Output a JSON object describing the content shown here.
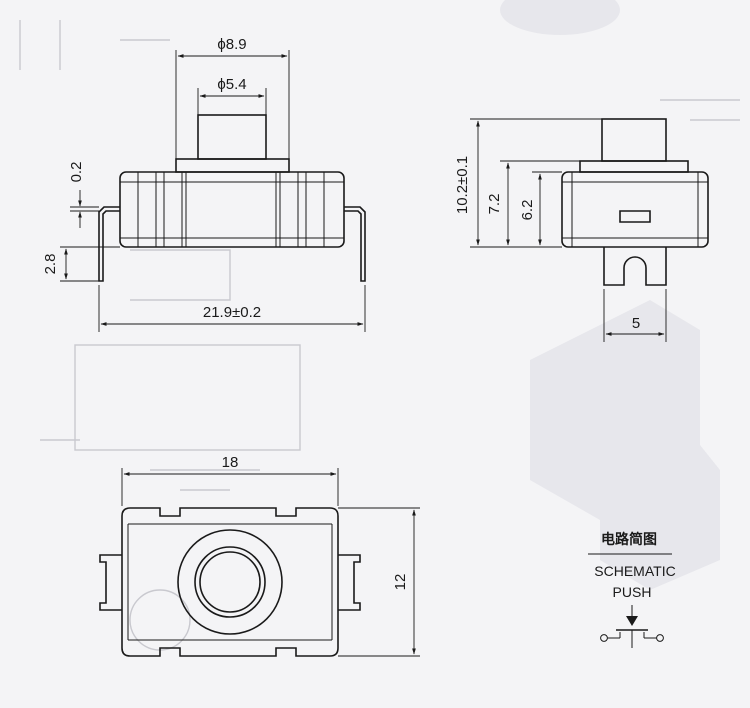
{
  "colors": {
    "line": "#1a1a1a",
    "background": "#f4f4f6",
    "ghost": "#c9c9cf"
  },
  "side_view": {
    "dim_outer_diameter": "ϕ8.9",
    "dim_inner_diameter": "ϕ5.4",
    "dim_top_gap": "0.2",
    "dim_pin_height": "2.8",
    "dim_total_width": "21.9±0.2"
  },
  "end_view": {
    "dim_total_height": "10.2±0.1",
    "dim_body_height": "7.2",
    "dim_body_lower": "6.2",
    "dim_pin_width": "5"
  },
  "top_view": {
    "dim_width": "18",
    "dim_height": "12"
  },
  "schematic": {
    "title_cn": "电路简图",
    "title_en": "SCHEMATIC",
    "label": "PUSH"
  }
}
